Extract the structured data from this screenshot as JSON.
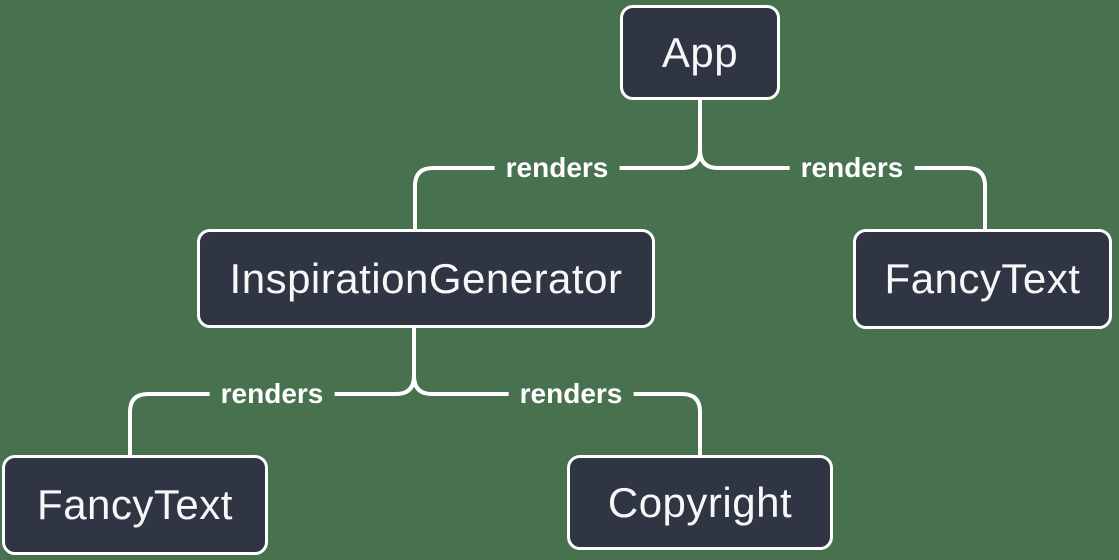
{
  "diagram": {
    "type": "render-tree",
    "nodes": [
      {
        "id": "app",
        "label": "App"
      },
      {
        "id": "inspiration-generator",
        "label": "InspirationGenerator"
      },
      {
        "id": "fancy-text-top",
        "label": "FancyText"
      },
      {
        "id": "fancy-text-bottom",
        "label": "FancyText"
      },
      {
        "id": "copyright",
        "label": "Copyright"
      }
    ],
    "edges": [
      {
        "from": "App",
        "to": "InspirationGenerator",
        "label": "renders"
      },
      {
        "from": "App",
        "to": "FancyText",
        "label": "renders"
      },
      {
        "from": "InspirationGenerator",
        "to": "FancyText",
        "label": "renders"
      },
      {
        "from": "InspirationGenerator",
        "to": "Copyright",
        "label": "renders"
      }
    ],
    "colors": {
      "background": "#48714F",
      "node_fill": "#2F3542",
      "node_border": "#FFFFFF",
      "edge_line": "#FFFFFF",
      "node_text": "#F6F7F9",
      "label_text": "#FFFFFF"
    }
  }
}
